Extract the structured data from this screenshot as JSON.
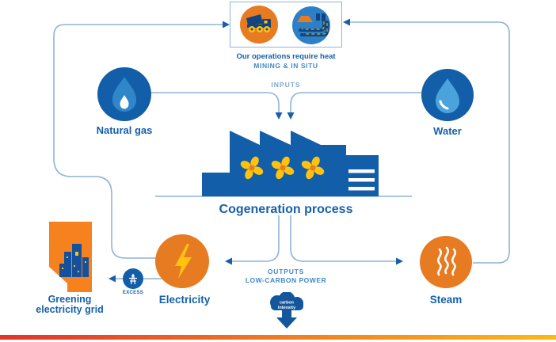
{
  "operations": {
    "heading": "Our operations require heat",
    "subheading": "MINING & IN SITU"
  },
  "flow": {
    "inputs_label": "INPUTS",
    "outputs_label": "OUTPUTS",
    "outputs_subline": "LOW-CARBON POWER",
    "process_label": "Cogeneration process"
  },
  "nodes": {
    "natural_gas": "Natural gas",
    "water": "Water",
    "electricity": "Electricity",
    "steam": "Steam"
  },
  "excess": {
    "label": "EXCESS"
  },
  "grid": {
    "line1": "Greening",
    "line2": "electricity grid"
  },
  "carbon_badge": {
    "line1": "carbon",
    "line2": "intensity"
  },
  "icons": {
    "mining": "mining-truck-icon",
    "in_situ": "in-situ-facility-icon",
    "natural_gas": "flame-icon",
    "water": "water-drop-icon",
    "electricity": "lightning-bolt-icon",
    "steam": "steam-waves-icon",
    "excess": "transmission-tower-icon",
    "grid": "alberta-map-icon",
    "process": "cogeneration-plant-icon",
    "carbon": "carbon-cloud-down-arrow-icon"
  },
  "colors": {
    "navy": "#135EA8",
    "orange": "#E77B22",
    "yellow": "#FFC20E",
    "flame_blue": "#2F87C9",
    "drop_blue": "#4BA3DC",
    "wire": "#8FB3D6",
    "arrow": "#1A5EA8",
    "text_dark": "#1560A8",
    "text_medium": "#4189C7",
    "bottom_gradient": [
      "#E1332B",
      "#EF7D22",
      "#FBB817"
    ]
  }
}
